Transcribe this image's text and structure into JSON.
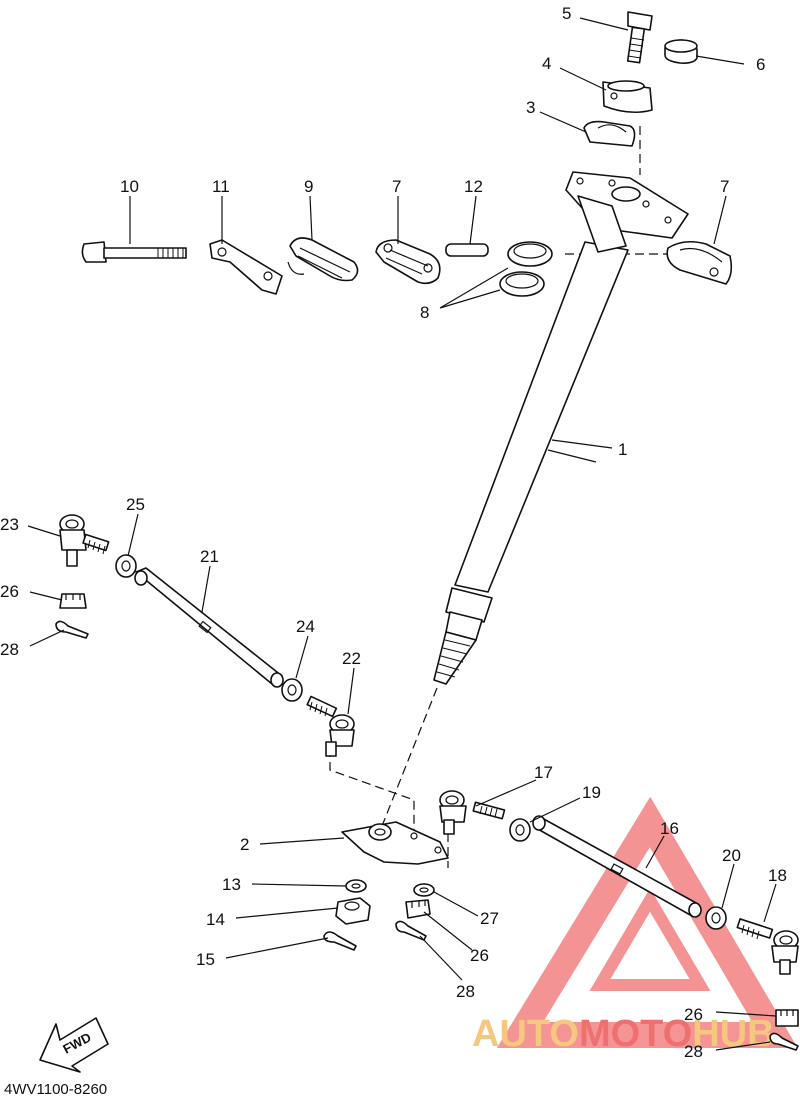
{
  "diagram": {
    "drawing_code": "4WV1100-8260",
    "fwd_label": "FWD",
    "callouts": {
      "p1": "1",
      "p2": "2",
      "p3": "3",
      "p4": "4",
      "p5": "5",
      "p6": "6",
      "p7a": "7",
      "p7b": "7",
      "p8": "8",
      "p9": "9",
      "p10": "10",
      "p11": "11",
      "p12": "12",
      "p13": "13",
      "p14": "14",
      "p15": "15",
      "p16": "16",
      "p17": "17",
      "p18": "18",
      "p19": "19",
      "p20": "20",
      "p21": "21",
      "p22": "22",
      "p23": "23",
      "p24": "24",
      "p25": "25",
      "p26a": "26",
      "p26b": "26",
      "p26c": "26",
      "p27": "27",
      "p28a": "28",
      "p28b": "28",
      "p28c": "28"
    }
  },
  "watermark": {
    "part1": "AUTO",
    "part2": "MOTO",
    "part3": "HUB",
    "color_red": "#f07070",
    "color_orange": "#f6c77e"
  }
}
